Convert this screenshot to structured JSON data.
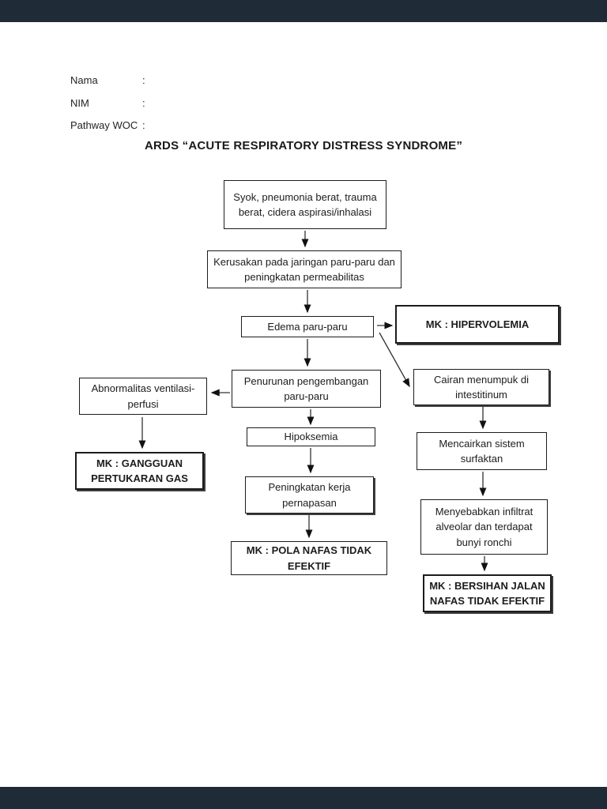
{
  "page": {
    "background_color": "#ffffff",
    "viewer_bar_color": "#202b38"
  },
  "header": {
    "fields": [
      {
        "label": "Nama",
        "separator": ":",
        "value": ""
      },
      {
        "label": "NIM",
        "separator": ":",
        "value": ""
      },
      {
        "label": "Pathway WOC",
        "separator": ":",
        "value": ""
      }
    ],
    "title": "ARDS “ACUTE RESPIRATORY DISTRESS SYNDROME”"
  },
  "diagram": {
    "nodes": {
      "syok": {
        "label": "Syok, pneumonia berat, trauma berat, cidera aspirasi/inhalasi"
      },
      "kerusakan": {
        "label": "Kerusakan pada jaringan paru-paru dan peningkatan permeabilitas"
      },
      "edema": {
        "label": "Edema paru-paru"
      },
      "hipervolemia": {
        "label": "MK : HIPERVOLEMIA"
      },
      "penurunan": {
        "label": "Penurunan pengembangan paru-paru"
      },
      "abnormalitas": {
        "label": "Abnormalitas ventilasi-perfusi"
      },
      "cairan": {
        "label": "Cairan menumpuk di intestitinum"
      },
      "hipoksemia": {
        "label": "Hipoksemia"
      },
      "gangguan": {
        "label": "MK : GANGGUAN PERTUKARAN GAS"
      },
      "peningkatan": {
        "label": "Peningkatan kerja pernapasan"
      },
      "pola_nafas": {
        "label": "MK : POLA NAFAS TIDAK EFEKTIF"
      },
      "mencairkan": {
        "label": "Mencairkan sistem surfaktan"
      },
      "menyebabkan": {
        "label": "Menyebabkan infiltrat alveolar dan terdapat bunyi ronchi"
      },
      "bersihan": {
        "label": "MK : BERSIHAN JALAN NAFAS TIDAK EFEKTIF"
      }
    },
    "edges": [
      {
        "from": "syok",
        "to": "kerusakan"
      },
      {
        "from": "kerusakan",
        "to": "edema"
      },
      {
        "from": "edema",
        "to": "hipervolemia"
      },
      {
        "from": "edema",
        "to": "cairan"
      },
      {
        "from": "edema",
        "to": "penurunan"
      },
      {
        "from": "penurunan",
        "to": "abnormalitas"
      },
      {
        "from": "penurunan",
        "to": "hipoksemia"
      },
      {
        "from": "abnormalitas",
        "to": "gangguan"
      },
      {
        "from": "hipoksemia",
        "to": "peningkatan"
      },
      {
        "from": "peningkatan",
        "to": "pola_nafas"
      },
      {
        "from": "cairan",
        "to": "mencairkan"
      },
      {
        "from": "mencairkan",
        "to": "menyebabkan"
      },
      {
        "from": "menyebabkan",
        "to": "bersihan"
      }
    ]
  }
}
